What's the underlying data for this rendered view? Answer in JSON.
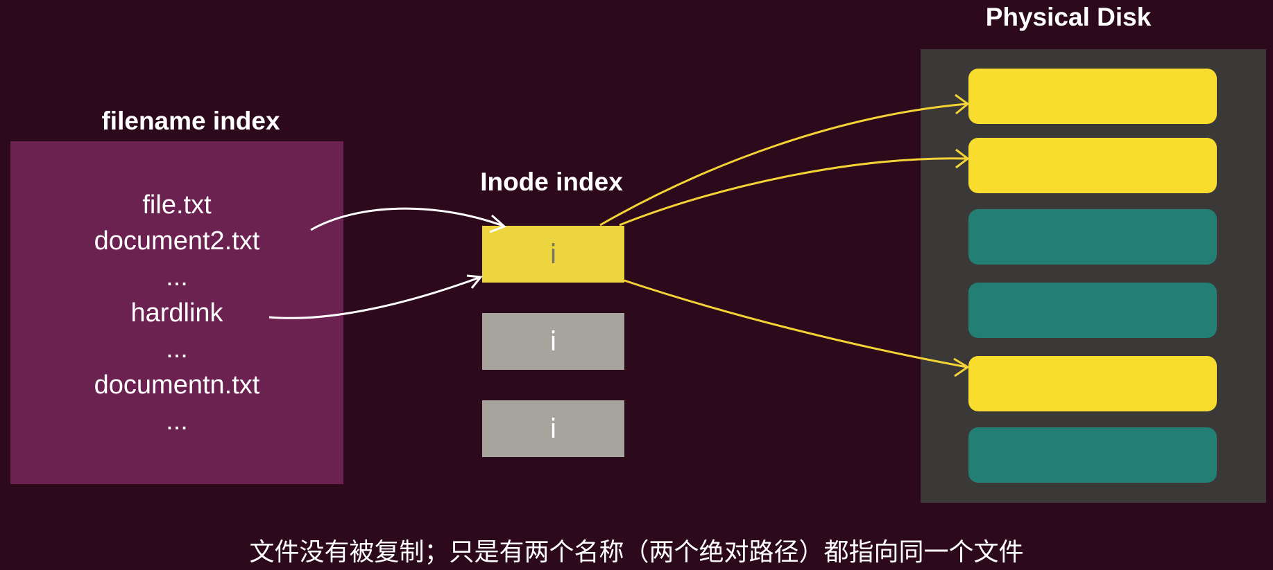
{
  "filename_index": {
    "title": "filename index",
    "entries": [
      "file.txt",
      "document2.txt",
      "...",
      "hardlink",
      "...",
      "documentn.txt",
      "..."
    ]
  },
  "inode_index": {
    "title": "Inode index",
    "nodes": [
      {
        "label": "i",
        "state": "active"
      },
      {
        "label": "i",
        "state": "inactive"
      },
      {
        "label": "i",
        "state": "inactive"
      }
    ]
  },
  "physical_disk": {
    "title": "Physical Disk",
    "blocks": [
      "used",
      "used",
      "free",
      "free",
      "used",
      "free"
    ]
  },
  "caption": "文件没有被复制；只是有两个名称（两个绝对路径）都指向同一个文件",
  "colors": {
    "background": "#2c0a1c",
    "filename_box": "#6c2250",
    "inode_active": "#ecd53e",
    "inode_inactive": "#a7a49d",
    "disk_panel": "#3b3938",
    "block_used": "#f8dd2e",
    "block_free": "#237f74",
    "arrow_white": "#ffffff",
    "arrow_yellow": "#f3d335"
  }
}
